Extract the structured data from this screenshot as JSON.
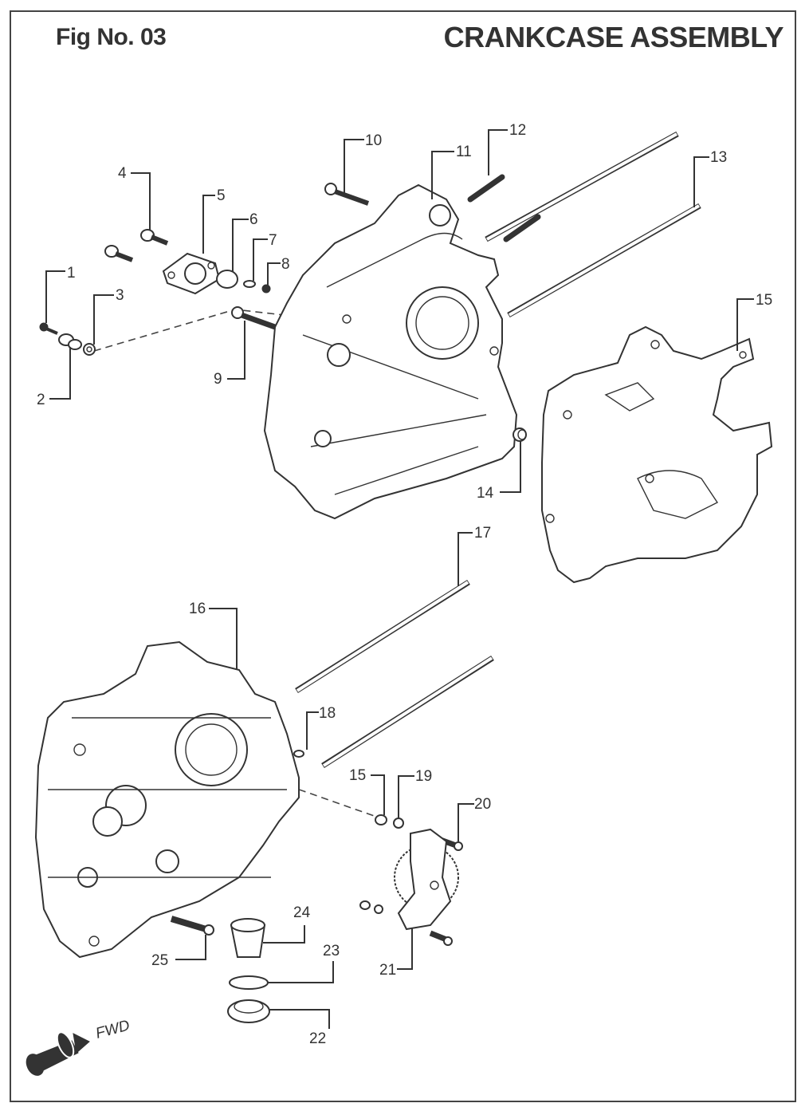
{
  "header": {
    "fig_no": "Fig No. 03",
    "title": "CRANKCASE ASSEMBLY"
  },
  "direction_indicator": {
    "label": "FWD",
    "icon": "forward-arrow-icon"
  },
  "callouts": [
    {
      "id": "1",
      "label": "1"
    },
    {
      "id": "2",
      "label": "2"
    },
    {
      "id": "3",
      "label": "3"
    },
    {
      "id": "4",
      "label": "4"
    },
    {
      "id": "5",
      "label": "5"
    },
    {
      "id": "6",
      "label": "6"
    },
    {
      "id": "7",
      "label": "7"
    },
    {
      "id": "8",
      "label": "8"
    },
    {
      "id": "9",
      "label": "9"
    },
    {
      "id": "10",
      "label": "10"
    },
    {
      "id": "11",
      "label": "11"
    },
    {
      "id": "12",
      "label": "12"
    },
    {
      "id": "13",
      "label": "13"
    },
    {
      "id": "14",
      "label": "14"
    },
    {
      "id": "15a",
      "label": "15"
    },
    {
      "id": "16",
      "label": "16"
    },
    {
      "id": "17",
      "label": "17"
    },
    {
      "id": "18",
      "label": "18"
    },
    {
      "id": "15b",
      "label": "15"
    },
    {
      "id": "19",
      "label": "19"
    },
    {
      "id": "20",
      "label": "20"
    },
    {
      "id": "21",
      "label": "21"
    },
    {
      "id": "22",
      "label": "22"
    },
    {
      "id": "23",
      "label": "23"
    },
    {
      "id": "24",
      "label": "24"
    },
    {
      "id": "25",
      "label": "25"
    }
  ]
}
